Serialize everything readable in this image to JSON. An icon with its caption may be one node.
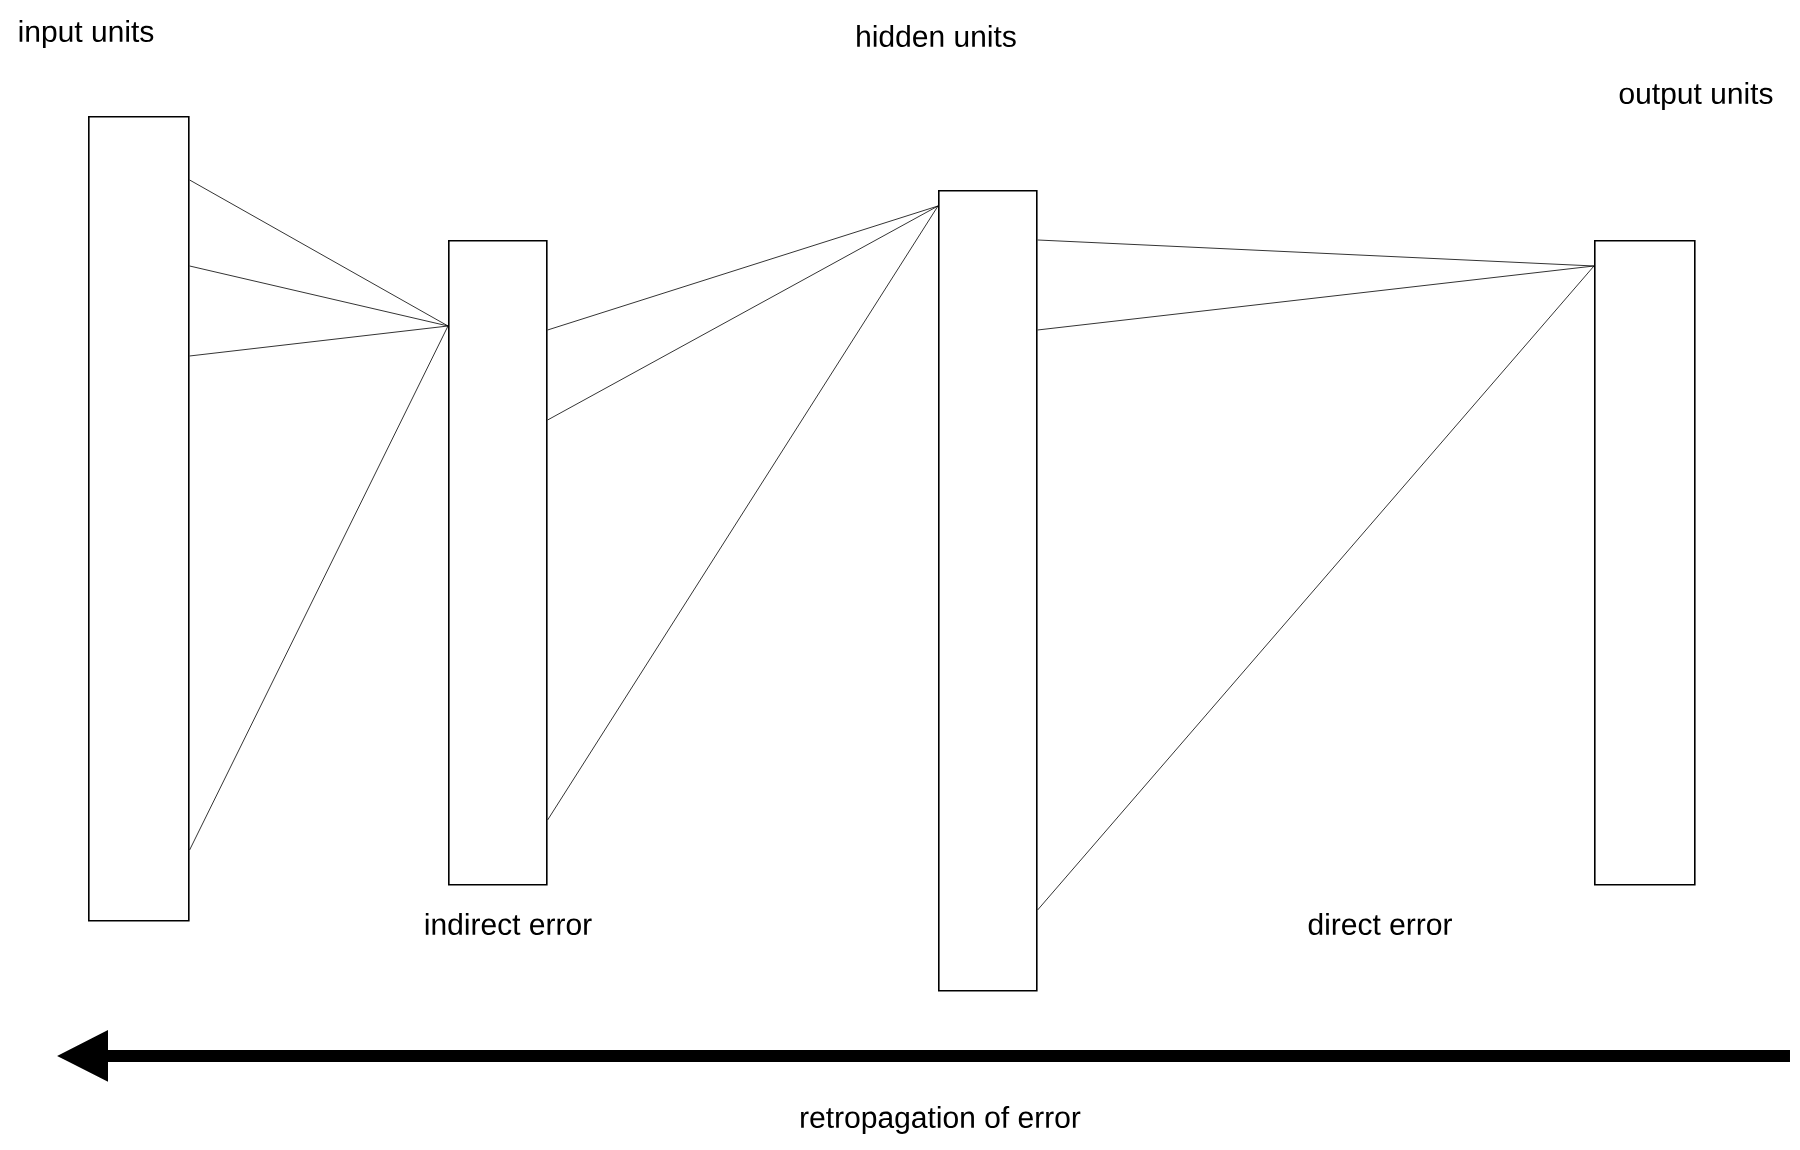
{
  "diagram": {
    "nodes": [
      {
        "text": [
          "input units"
        ]
      },
      {
        "text": [],
        "shape": "box"
      },
      {
        "text": [
          "hidden units"
        ]
      },
      {
        "text": [
          "output units"
        ]
      }
    ],
    "edges": [
      {
        "from": 0,
        "to": 1,
        "arrow": "none"
      },
      {
        "from": 0,
        "to": 1,
        "arrow": "none"
      },
      {
        "from": 0,
        "to": 1,
        "arrow": "none"
      },
      {
        "from": 0,
        "to": 1,
        "arrow": "none"
      },
      {
        "from": 1,
        "to": 2,
        "arrow": "none"
      },
      {
        "from": 1,
        "to": 2,
        "arrow": "none"
      },
      {
        "from": 1,
        "to": 2,
        "arrow": "none"
      },
      {
        "from": 2,
        "to": 3,
        "arrow": "none"
      },
      {
        "from": 2,
        "to": 3,
        "arrow": "none"
      },
      {
        "from": 2,
        "to": 3,
        "arrow": "none"
      }
    ],
    "labels": [
      "indirect error",
      "direct error",
      "retropagation of error"
    ]
  }
}
